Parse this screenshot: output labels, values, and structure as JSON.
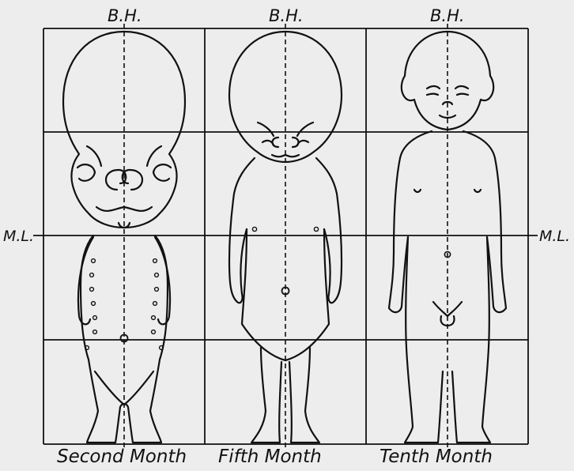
{
  "labels": {
    "top": [
      "B.H.",
      "B.H.",
      "B.H."
    ],
    "midline_left": "M.L.",
    "midline_right": "M.L.",
    "captions": [
      "Second Month",
      "Fifth Month",
      "Tenth Month"
    ]
  },
  "colors": {
    "paper": "#ededed",
    "ink": "#111111"
  }
}
